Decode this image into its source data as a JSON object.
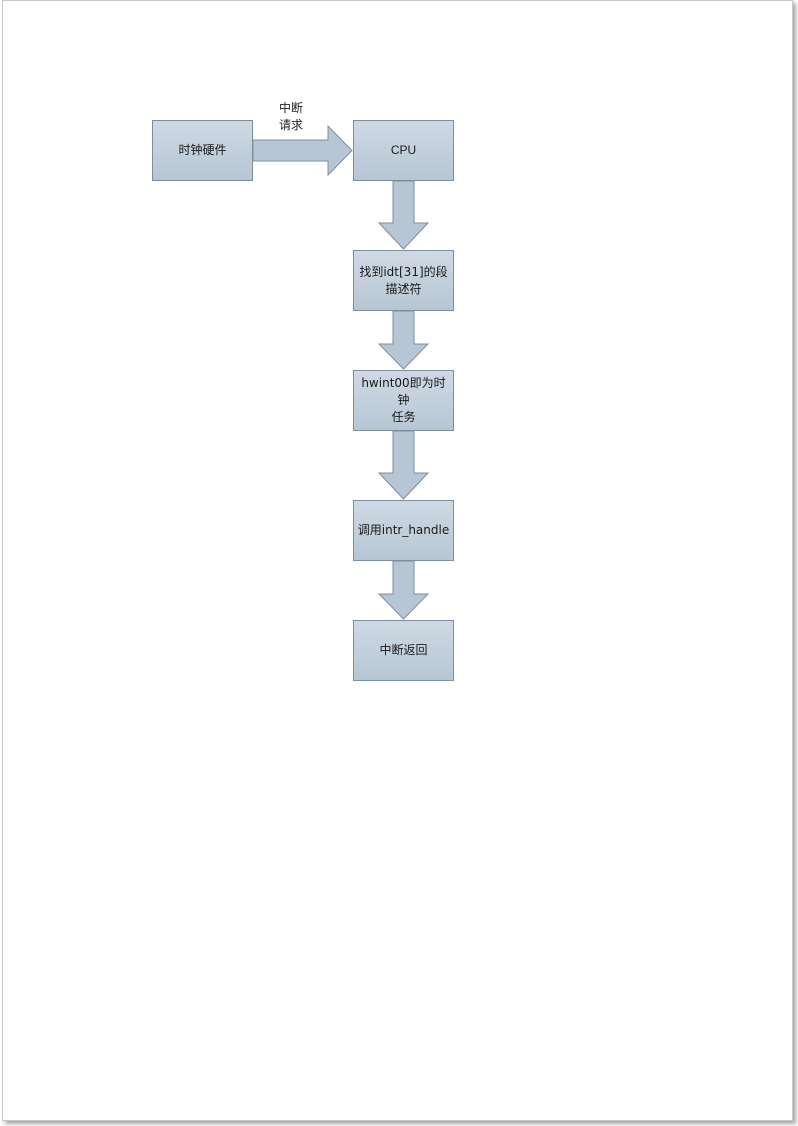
{
  "diagram": {
    "nodes": [
      {
        "id": "clock-hardware",
        "label": "时钟硬件"
      },
      {
        "id": "cpu",
        "label": "CPU"
      },
      {
        "id": "find-descriptor",
        "label": "找到idt[31]的段描述符"
      },
      {
        "id": "hwint00",
        "label": "hwint00即为时钟任务"
      },
      {
        "id": "call-handler",
        "label": "调用intr_handle"
      },
      {
        "id": "interrupt-return",
        "label": "中断返回"
      }
    ],
    "edges": [
      {
        "from": "clock-hardware",
        "to": "cpu",
        "label_line1": "中断",
        "label_line2": "请求"
      },
      {
        "from": "cpu",
        "to": "find-descriptor",
        "label_line1": "",
        "label_line2": ""
      },
      {
        "from": "find-descriptor",
        "to": "hwint00",
        "label_line1": "",
        "label_line2": ""
      },
      {
        "from": "hwint00",
        "to": "call-handler",
        "label_line1": "",
        "label_line2": ""
      },
      {
        "from": "call-handler",
        "to": "interrupt-return",
        "label_line1": "",
        "label_line2": ""
      }
    ],
    "display": {
      "clock_hardware": "时钟硬件",
      "cpu": "CPU",
      "find_descriptor_line1": "找到idt[31]的段",
      "find_descriptor_line2": "描述符",
      "hwint00_line1": "hwint00即为时钟",
      "hwint00_line2": "任务",
      "call_handler": "调用intr_handle",
      "interrupt_return": "中断返回",
      "edge_label_line1": "中断",
      "edge_label_line2": "请求"
    },
    "colors": {
      "box_fill_top": "#ced9e4",
      "box_fill_bottom": "#b7c6d4",
      "box_border": "#7f8e9c",
      "arrow_fill": "#b7c6d4"
    }
  }
}
